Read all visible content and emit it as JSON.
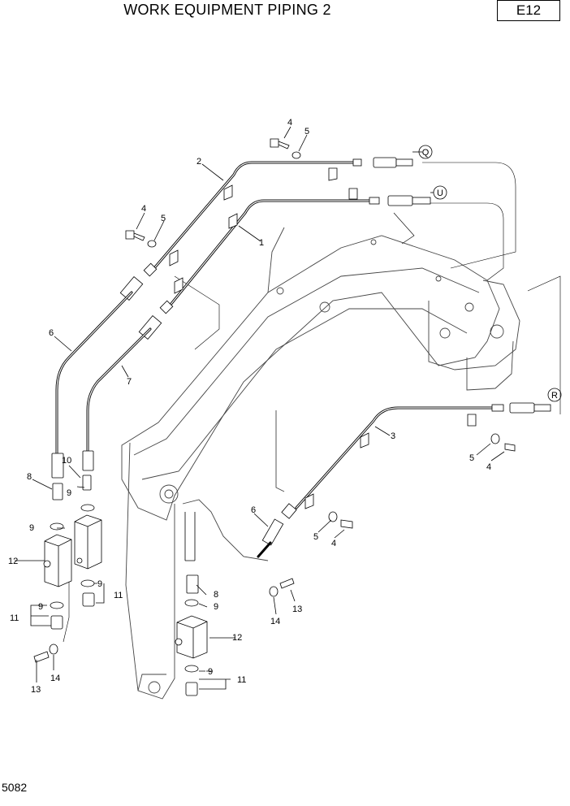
{
  "header": {
    "title": "WORK EQUIPMENT PIPING 2",
    "code": "E12"
  },
  "footer": {
    "page_number": "5082"
  },
  "connection_labels": [
    "Q",
    "U",
    "R"
  ],
  "part_callouts": [
    "1",
    "2",
    "3",
    "4",
    "5",
    "6",
    "7",
    "8",
    "9",
    "10",
    "11",
    "12",
    "13",
    "14"
  ]
}
